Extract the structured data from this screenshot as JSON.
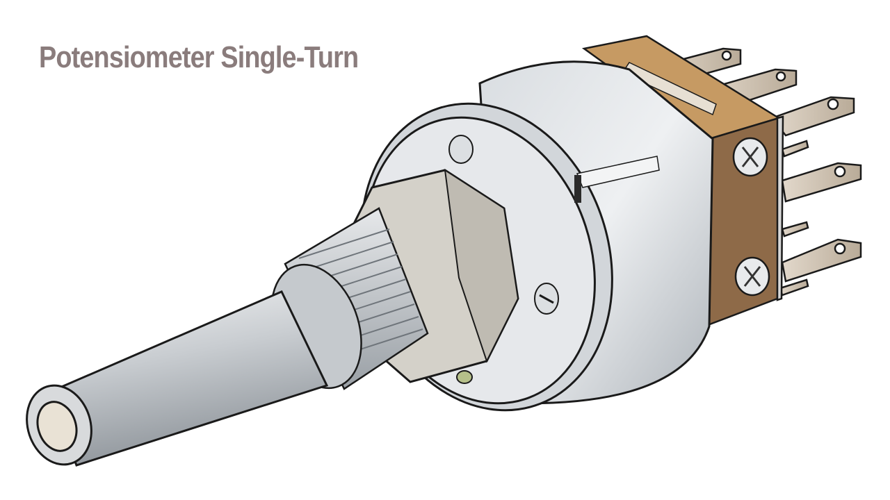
{
  "title": "Potensiometer Single-Turn",
  "illustration": {
    "subject": "single-turn rotary potentiometer",
    "parts": [
      "shaft",
      "threaded-bushing",
      "hex-nut",
      "mounting-ring",
      "housing",
      "terminal-block",
      "solder-terminals",
      "screws"
    ],
    "colors": {
      "title": "#8a7c7c",
      "metal": "#c8cdd2",
      "metal_dark": "#8d949b",
      "terminal_block": "#c69a63",
      "terminal_block_side": "#8e6a48",
      "outline": "#1a1a1a",
      "background": "#ffffff"
    }
  }
}
